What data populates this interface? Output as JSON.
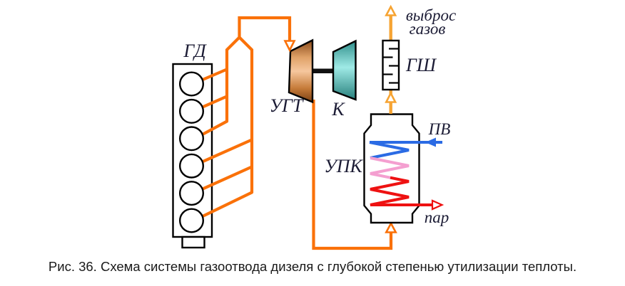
{
  "labels": {
    "engine": "ГД",
    "turbine": "УГТ",
    "compressor": "К",
    "silencer": "ГШ",
    "boiler": "УПК",
    "feed_water": "ПВ",
    "steam": "пар",
    "emission_line1": "выброс",
    "emission_line2": "газов"
  },
  "caption": "Рис. 36. Схема системы газоотвода дизеля с глубокой степенью утилизации теплоты.",
  "colors": {
    "hot_exhaust_pipe": "#fa7109",
    "cooled_exhaust_pipe": "#f6a433",
    "feed_water_line": "#2b6be4",
    "heated_water_coil": "#f49fd0",
    "steam_line": "#ee1111",
    "turbine_fill_dark": "#9a5520",
    "turbine_fill_light": "#f6c79e",
    "compressor_fill_dark": "#2e8e8a",
    "compressor_fill_light": "#9feae6",
    "outline": "#000000",
    "label_text": "#1c1c35"
  },
  "figure": {
    "cylinder_count": 6
  }
}
